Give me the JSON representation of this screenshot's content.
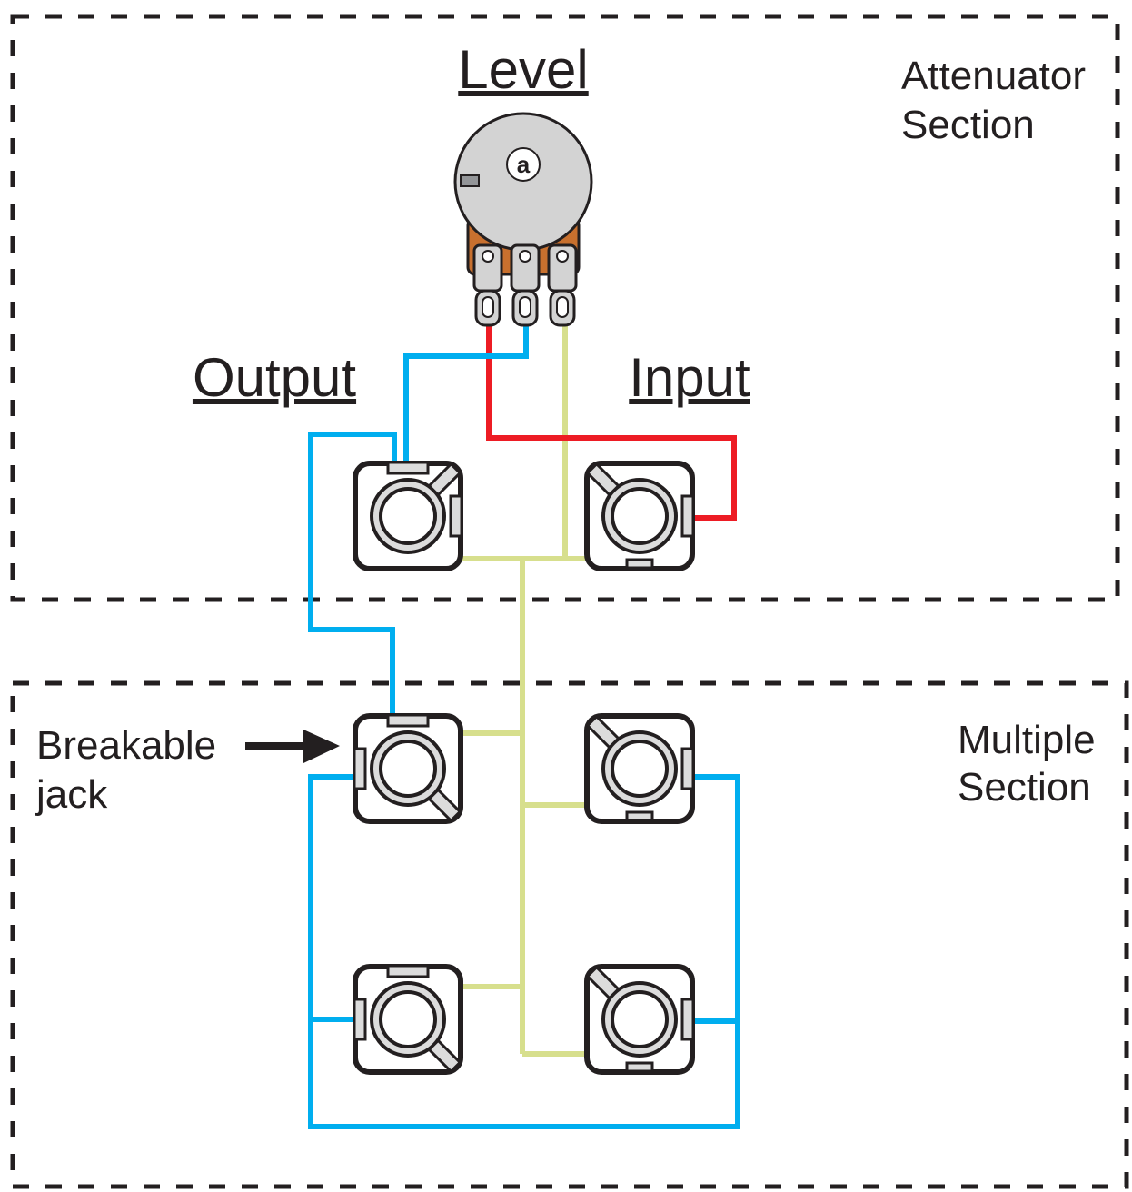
{
  "labels": {
    "level": "Level",
    "output": "Output",
    "input": "Input",
    "attenuator_line1": "Attenuator",
    "attenuator_line2": "Section",
    "multiple_line1": "Multiple",
    "multiple_line2": "Section",
    "breakable_line1": "Breakable",
    "breakable_line2": "jack",
    "pot_badge": "a"
  },
  "colors": {
    "wire_blue": "#00aeef",
    "wire_red": "#ed1c24",
    "wire_green": "#d7df8d",
    "outline": "#231f20",
    "pot_body": "#d3d3d3",
    "pot_base": "#c8702e"
  }
}
